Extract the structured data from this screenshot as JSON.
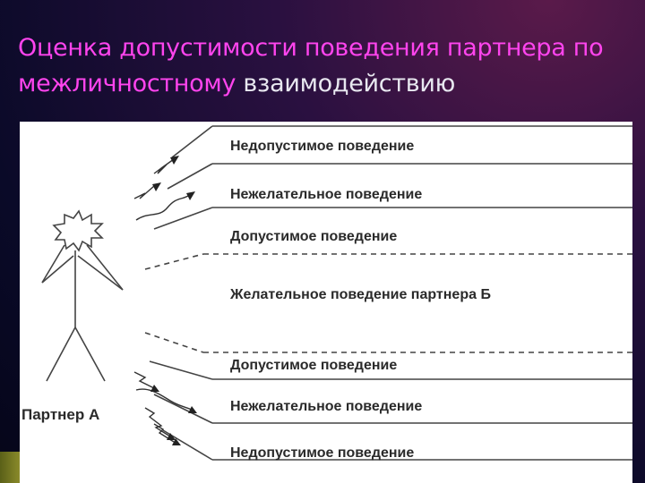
{
  "slide": {
    "title_highlight": "Оценка допустимости поведения партнера по межличностному",
    "title_rest": "взаимодействию"
  },
  "diagram": {
    "person_label": "Партнер А",
    "levels_top": [
      "Недопустимое поведение",
      "Нежелательное поведение",
      "Допустимое поведение"
    ],
    "center_label": "Желательное поведение партнера Б",
    "levels_bottom": [
      "Допустимое поведение",
      "Нежелательное поведение",
      "Недопустимое поведение"
    ]
  },
  "colors": {
    "title_accent": "#ff44ee",
    "title_plain": "#e8e8f0",
    "panel": "#ffffff",
    "ink": "#2a2a2a"
  }
}
